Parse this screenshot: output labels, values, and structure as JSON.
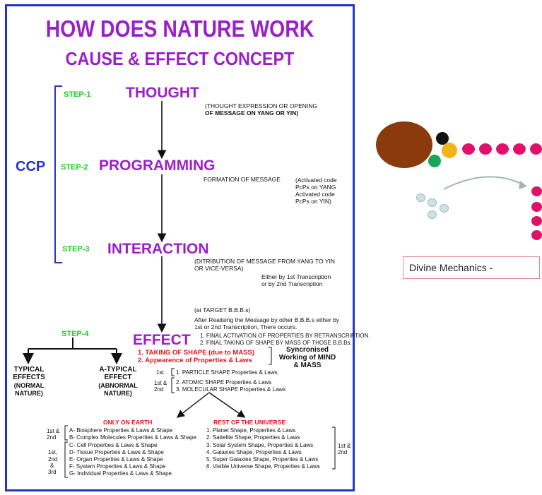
{
  "poster": {
    "title": "HOW DOES NATURE WORK",
    "subtitle": "CAUSE & EFFECT CONCEPT",
    "ccp": "CCP",
    "steps": [
      {
        "label": "STEP-1",
        "name": "THOUGHT"
      },
      {
        "label": "STEP-2",
        "name": "PROGRAMMING"
      },
      {
        "label": "STEP-3",
        "name": "INTERACTION"
      },
      {
        "label": "STEP-4",
        "name": "EFFECT"
      }
    ],
    "thought_note_1": "(THOUGHT EXPRESSION OR OPENING",
    "thought_note_2": "OF MESSAGE ON YANG OR YIN)",
    "prog_note_1": "FORMATION OF MESSAGE",
    "prog_note_2": "(Activated code",
    "prog_note_3": "PcPs on YANG",
    "prog_note_4": "Activated code",
    "prog_note_5": "PcPs on YIN)",
    "inter_note_1": "(DITRIBUTION OF MESSAGE FROM YANG TO YIN",
    "inter_note_2": "OR VICE-VERSA)",
    "inter_note_3": "Either by 1st Transcription",
    "inter_note_4": "or by 2nd Transcription",
    "target_note": "(at TARGET B.B.B.s)",
    "realise_note_1": "After Realising the Message by other B.B.B.s either by",
    "realise_note_2": "1st or 2nd Transcription, There occurs.",
    "final_1": "1. FINAL ACTIVATION OF PROPERTIES BY RETRANSCRIPTION.",
    "final_2": "2. FINAL TAKING OF SHAPE BY MASS OF THOSE B.B.Bs.",
    "taking_shape": "1. TAKING OF SHAPE (due to MASS)",
    "appearance": "2. Appearence of Properties & Laws",
    "sync_1": "Syncronised",
    "sync_2": "Working of MIND",
    "sync_3": "& MASS",
    "typical_1": "TYPICAL",
    "typical_2": "EFFECTS",
    "typical_3": "(NORMAL",
    "typical_4": "NATURE)",
    "atypical_1": "A-TYPICAL",
    "atypical_2": "EFFECT",
    "atypical_3": "(ABNORMAL",
    "atypical_4": "NATURE)",
    "first": "1st",
    "first_second_a": "1st &",
    "first_second_b": "2nd",
    "shape_1": "1. PARTICLE SHAPE Properties & Laws",
    "shape_2": "2. ATOMIC SHAPE Properties & Laws",
    "shape_3": "3. MOLECULAR SHAPE Properties & Laws",
    "earth_title": "ONLY ON EARTH",
    "universe_title": "REST OF THE UNIVERSE",
    "earth_group1_label": [
      "1st &",
      "2nd"
    ],
    "earth_group1": [
      "A- Biosphere Properties & Laws & Shape",
      "B- Complex Molecules Properties & Laws & Shape"
    ],
    "earth_group2_label": [
      "1st,",
      "2nd",
      "&",
      "3rd"
    ],
    "earth_group2": [
      "C- Cell Properties & Laws & Shape",
      "D- Tissue Properties & Laws & Shape",
      "E- Organ Properties & Laws & Shape",
      "F- System Properties & Laws & Shape",
      "G- Individual Properties & Laws & Shape"
    ],
    "universe_items": [
      "1. Planet Shape, Properties & Laws",
      "2. Sattelite Shape, Properties & Laws",
      "3. Solar System Shape, Properties & Laws",
      "4. Galaxies Shape, Properties & Laws",
      "5. Super Galaxies Shape, Properties & Laws",
      "6. Visible Universe Shape, Properties & Laws"
    ],
    "universe_label": [
      "1st &",
      "2nd"
    ]
  },
  "side": {
    "caption": "Divine Mechanics -"
  },
  "colors": {
    "purple": "#9b1fc9",
    "blue": "#2334c8",
    "green": "#22cc22",
    "red": "#e5111a",
    "magenta": "#e0116a",
    "brown": "#8b3a0e"
  }
}
